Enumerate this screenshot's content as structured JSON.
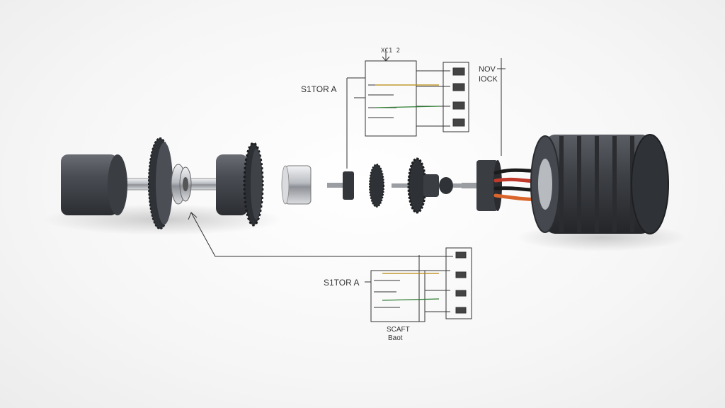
{
  "labels": {
    "top_schematic_header": "XC1 2",
    "top_stator_label": "S1TOR A",
    "top_right_label_1": "NOV",
    "top_right_label_2": "IOCK",
    "bottom_stator_label": "S1TOR A",
    "bottom_caption_1": "SCAFT",
    "bottom_caption_2": "Baot"
  },
  "colors": {
    "metal_dark": "#3c3f44",
    "metal_mid": "#55595f",
    "steel": "#c9ccd0",
    "wire_red": "#c0392b",
    "wire_orange": "#d9652b",
    "wire_black": "#1b1b1b",
    "line": "#333333"
  },
  "components": [
    {
      "name": "left-end-cap"
    },
    {
      "name": "shaft"
    },
    {
      "name": "gear-disc"
    },
    {
      "name": "bearing"
    },
    {
      "name": "rotor-cylinder"
    },
    {
      "name": "toothed-wheel"
    },
    {
      "name": "steel-sleeve"
    },
    {
      "name": "small-hub"
    },
    {
      "name": "flat-gear"
    },
    {
      "name": "toothed-gear-with-bolt"
    },
    {
      "name": "connector-block"
    },
    {
      "name": "motor-housing"
    }
  ]
}
